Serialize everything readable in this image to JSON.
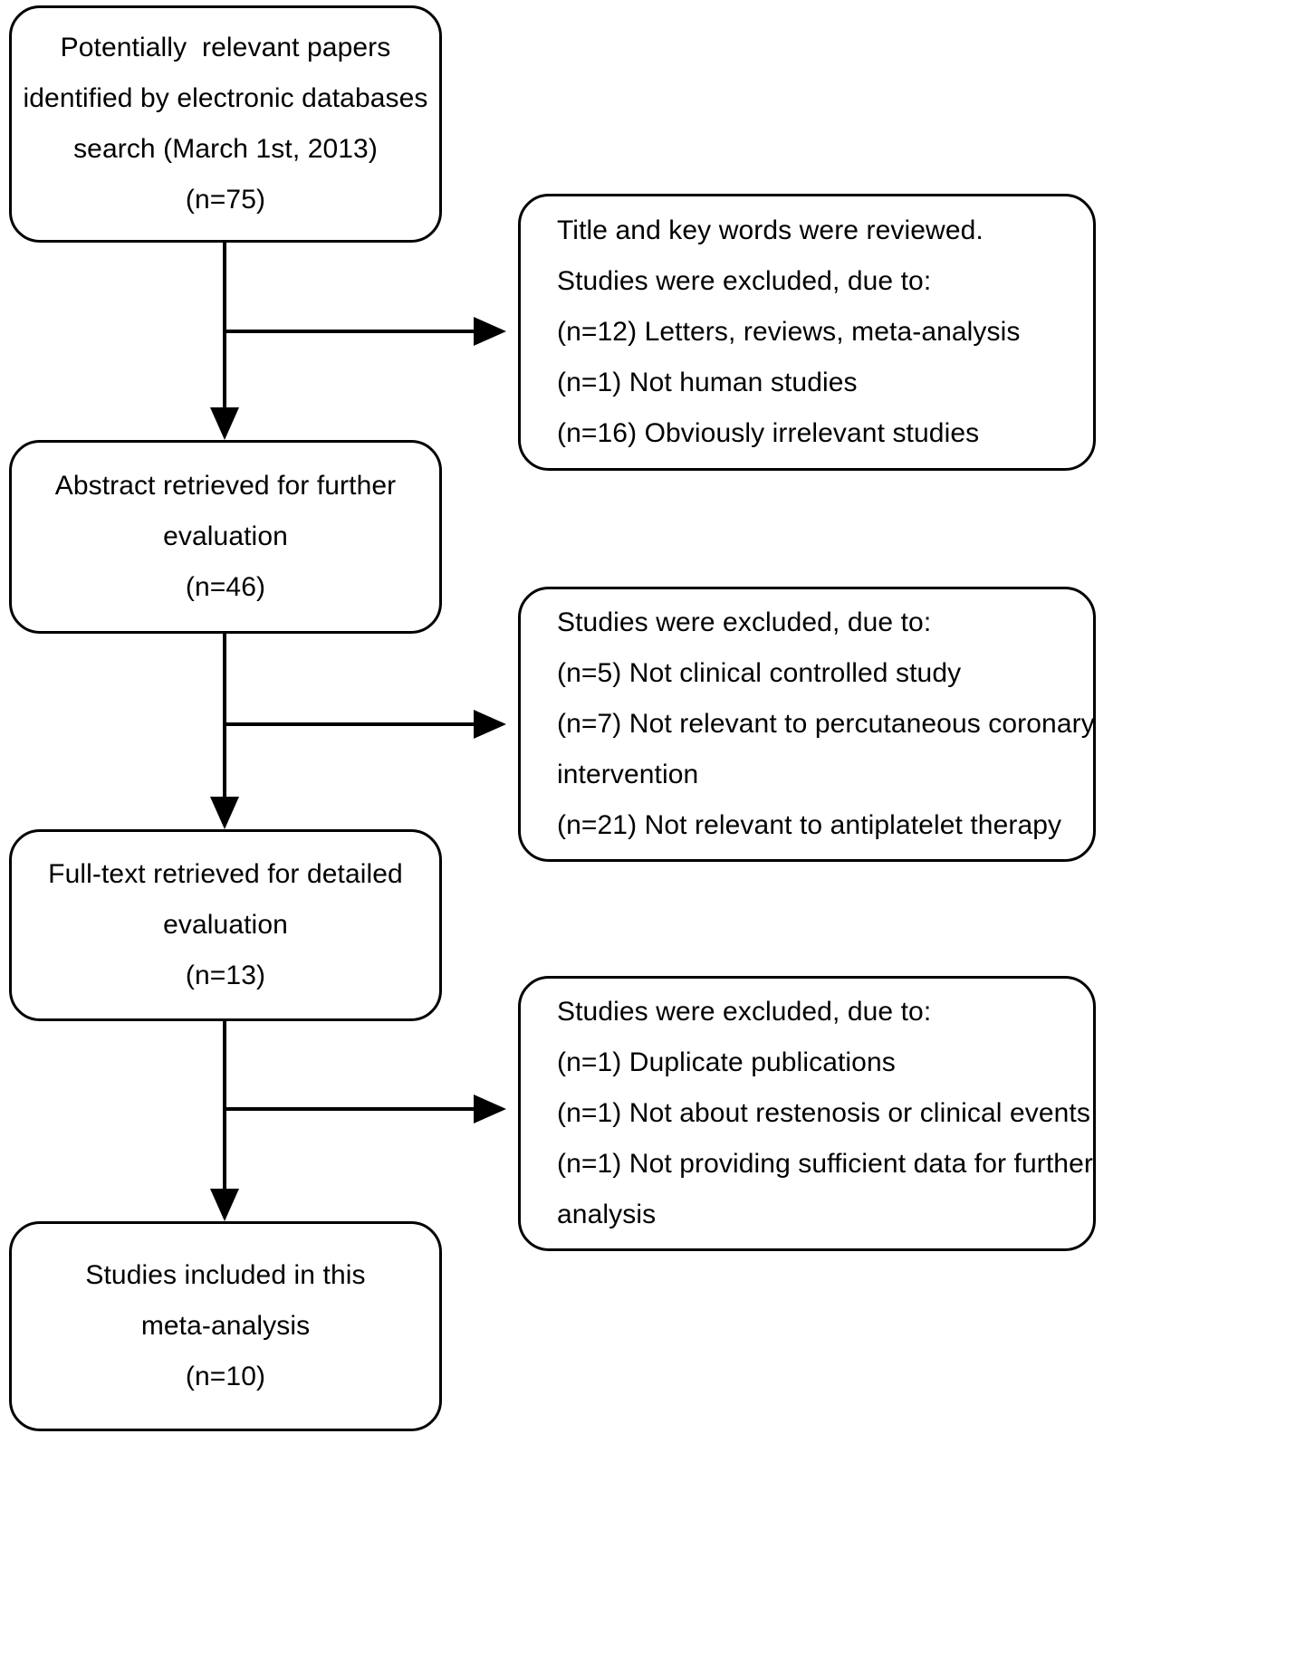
{
  "diagram": {
    "title": "Study selection flow diagram",
    "type": "prisma-flow",
    "stroke_color": "#000000",
    "background_color": "#ffffff",
    "main_boxes": [
      {
        "id": "identified",
        "lines": [
          "Potentially  relevant papers",
          "identified by electronic databases",
          "search (March 1st, 2013)",
          "(n=75)"
        ],
        "count": 75
      },
      {
        "id": "abstract",
        "lines": [
          "Abstract retrieved for further",
          "evaluation",
          "(n=46)"
        ],
        "count": 46
      },
      {
        "id": "fulltext",
        "lines": [
          "Full-text retrieved for detailed",
          "evaluation",
          "(n=13)"
        ],
        "count": 13
      },
      {
        "id": "included",
        "lines": [
          "Studies included in this",
          "meta-analysis",
          "(n=10)"
        ],
        "count": 10
      }
    ],
    "exclusion_boxes": [
      {
        "id": "exclusion-1",
        "lines": [
          "Title and key words were reviewed.",
          "Studies were excluded, due to:",
          "(n=12) Letters, reviews, meta-analysis",
          "(n=1) Not human studies",
          "(n=16) Obviously irrelevant studies"
        ],
        "counts": [
          12,
          1,
          16
        ]
      },
      {
        "id": "exclusion-2",
        "lines": [
          "Studies were excluded, due to:",
          "(n=5) Not clinical controlled study",
          "(n=7) Not relevant to percutaneous coronary",
          "intervention",
          "(n=21) Not relevant to antiplatelet therapy"
        ],
        "counts": [
          5,
          7,
          21
        ]
      },
      {
        "id": "exclusion-3",
        "lines": [
          "Studies were excluded, due to:",
          "(n=1) Duplicate publications",
          "(n=1) Not about restenosis or clinical events",
          "(n=1) Not providing sufficient data for further",
          "analysis"
        ],
        "counts": [
          1,
          1,
          1
        ]
      }
    ]
  }
}
